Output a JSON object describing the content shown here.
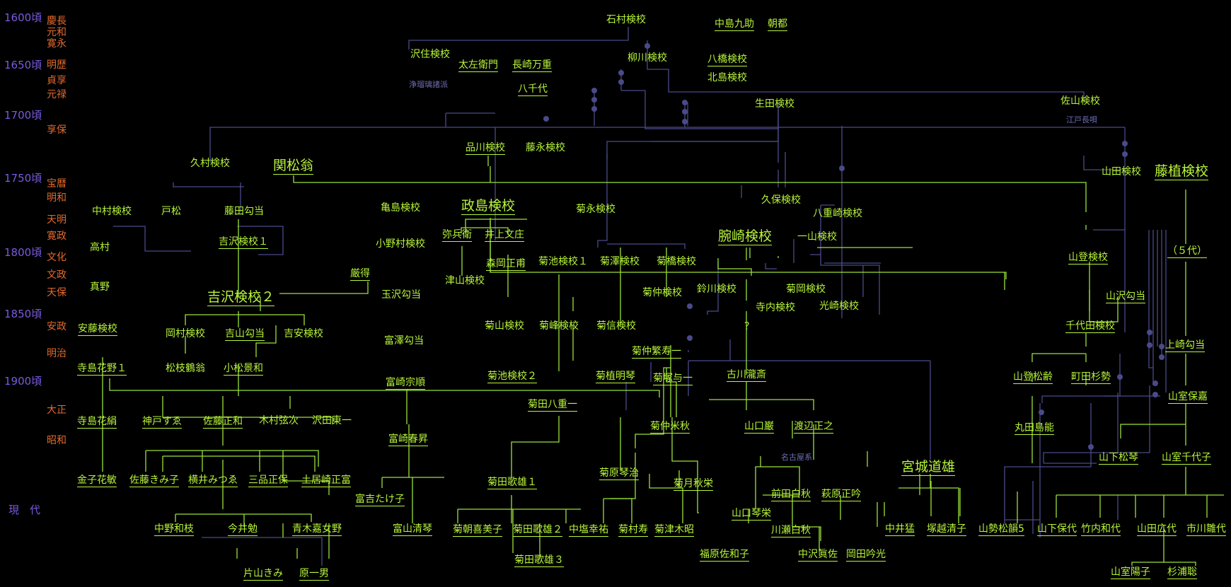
{
  "years": [
    "1600頃",
    "1650頃",
    "1700頃",
    "1750頃",
    "1800頃",
    "1850頃",
    "1900頃",
    "現　代"
  ],
  "eras": [
    "慶長",
    "元和",
    "寛永",
    "明歴",
    "貞享",
    "元禄",
    "享保",
    "宝暦",
    "明和",
    "天明",
    "寛政",
    "文化",
    "文政",
    "天保",
    "安政",
    "明治",
    "大正",
    "昭和"
  ],
  "notes": {
    "joruri": "浄瑠璃諸派",
    "edo_nagauta": "江戸長唄",
    "nagoya": "名古屋系",
    "question": "？"
  },
  "names": {
    "ishimura": "石村検校",
    "nakajima": "中島九助",
    "asato": "朝都",
    "sawazumi": "沢住検校",
    "tazaemon": "太左衛門",
    "nagasaki": "長崎万重",
    "yachiyo": "八千代",
    "yanagawa": "柳川検校",
    "yatsuhashi": "八橋検校",
    "kitajima": "北島検校",
    "ikuta": "生田検校",
    "sayama": "佐山検校",
    "shinagawa": "品川検校",
    "fujinaga": "藤永検校",
    "kumura": "久村検校",
    "sekishoo": "関松翁",
    "yamada": "山田検校",
    "fujiue": "藤植検校",
    "nakamura": "中村検校",
    "tomatsu": "戸松",
    "fujita": "藤田勾当",
    "kamejima": "亀島検校",
    "masajima": "政島検校",
    "kikunaga": "菊永検校",
    "kubo": "久保検校",
    "yaezaki": "八重崎検校",
    "takamura": "高村",
    "yoshizawa1": "吉沢検校１",
    "yahee": "弥兵衛",
    "inoue": "井上文庄",
    "koyamura": "小野村検校",
    "kaizaki": "腕崎検校",
    "ichiyama": "一山検校",
    "godai": "（５代）",
    "yamanobori": "山登検校",
    "moriokamasahiro": "森岡正甫",
    "kikuike1": "菊池検校１",
    "kikusawa": "菊澤検校",
    "kikuhashi": "菊橋検校",
    "gentoku": "厳得",
    "mano": "真野",
    "tsuyama": "津山検校",
    "yoshizawa2": "吉沢検校２",
    "kikunaka": "菊仲検校",
    "suzukawa": "鈴川検校",
    "kikuoka": "菊岡検校",
    "terauchi": "寺内検校",
    "mitsuzaki": "光崎検校",
    "tamazawa": "玉沢勾当",
    "yamazawa": "山沢勾当",
    "ando": "安藤検校",
    "kikuyama": "菊山検校",
    "kikumine": "菊峰検校",
    "kikushin": "菊信検校",
    "chiyoda": "千代田検校",
    "okamura": "岡村検校",
    "yoshiyama": "吉山勾当",
    "yoshiyasu": "吉安検校",
    "tomizawa": "富澤勾当",
    "kikunakajuichi": "菊仲繁寿一",
    "kamisaki": "上崎勾当",
    "matsue": "松枝鶴翁",
    "komatsu": "小松景和",
    "terashima1": "寺島花野１",
    "kikuike2": "菊池検校２",
    "kikuue": "菊植明琴",
    "kikuzuka": "菊塚与一",
    "furukawa": "古川瀧斎",
    "yamanoboriShoro": "山登松齢",
    "machida": "町田杉勢",
    "tomizakiSojun": "富崎宗順",
    "kikutaYaeichi": "菊田八重一",
    "yamamuroHoka": "山室保嘉",
    "terashimaKaken": "寺島花絹",
    "kobe": "神戸すゑ",
    "sato": "佐藤正和",
    "kimura": "木村弦次",
    "sawada": "沢田東一",
    "kikunakaYoneaki": "菊仲米秋",
    "yamaguchiIwao": "山口巌",
    "watanabe": "渡辺正之",
    "marutaShimano": "丸田島能",
    "tomizakiShunsho": "富崎春昇",
    "miyagi": "宮城道雄",
    "yamashitaShokin": "山下松琴",
    "yamamuroChiyoko": "山室千代子",
    "kikuharaKotoji": "菊原琴治",
    "kaneko": "金子花敏",
    "satoKimiko": "佐藤きみ子",
    "yokoi": "横井みつゑ",
    "mishina": "三品正保",
    "doi": "土居崎正富",
    "kikutaUtao1": "菊田歌雄１",
    "kikutsukiShuei": "菊月秋栄",
    "maedaHakushu": "前田白秋",
    "hagiwara": "萩原正吟",
    "tomiyoshi": "富吉たけ子",
    "yamaguchiKinsho": "山口琴栄",
    "nakano": "中野和枝",
    "imai": "今井勉",
    "aoki": "青木嘉女野",
    "tomiyamaSeikin": "富山清琴",
    "kikuasaKimiko": "菊朝喜美子",
    "kikutaUtao2": "菊田歌雄２",
    "nakashio": "中塩幸祐",
    "kikumura": "菊村寿",
    "kikutsu": "菊津木昭",
    "nakaiTakeshi": "中井猛",
    "tsukagoshi": "塚越清子",
    "yamaseShoin": "山勢松韻5",
    "yamashitaYasuyo": "山下保代",
    "takeuchi": "竹内和代",
    "yamadaHiroyo": "山田広代",
    "ichikawa": "市川雛代",
    "kawase": "川瀬白秋",
    "fukuhara": "福原佐和子",
    "nakazawa": "中沢眞佐",
    "okada": "岡田吟光",
    "katayama": "片山きみ",
    "hara": "原一男",
    "kikutaUtao3": "菊田歌雄３",
    "yamamuroYoko": "山室陽子",
    "sugiura": "杉浦聡"
  },
  "colors": {
    "background": "#000000",
    "name": "#b8f53a",
    "era": "#e36a2c",
    "year": "#7a5ae0",
    "line_green": "#9be03a",
    "line_blue": "#4a4a8a"
  }
}
